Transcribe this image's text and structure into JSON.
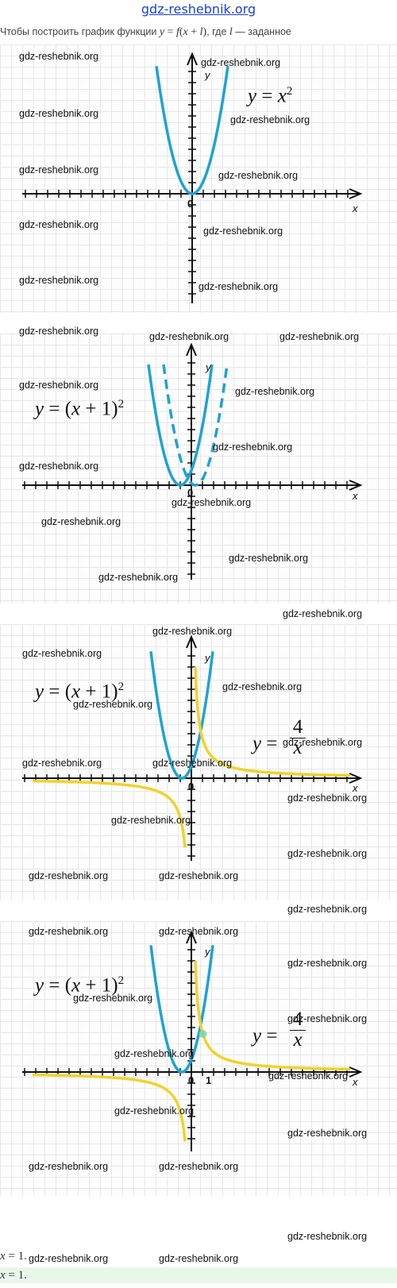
{
  "header": {
    "site": "gdz-reshebnik.org",
    "intro_text": "Чтобы построить график функции",
    "intro_eq_lhs": "y",
    "intro_eq_f": "f",
    "intro_eq_arg_x": "x",
    "intro_eq_arg_l": "l",
    "intro_where": ", где",
    "intro_l": "l",
    "intro_tail": "— заданное"
  },
  "watermark": "gdz-reshebnik.org",
  "axes": {
    "x_label": "x",
    "y_label": "y",
    "origin_label": "0",
    "one_label": "1"
  },
  "formulas": {
    "parabola": {
      "lhs": "y",
      "rhs_base": "x",
      "exp": "2"
    },
    "shifted": {
      "lhs": "y",
      "x": "x",
      "shift": "+ 1",
      "exp": "2"
    },
    "hyperbola": {
      "lhs": "y",
      "numerator": "4",
      "denominator": "x"
    }
  },
  "colors": {
    "parabola": "#1ea3d4",
    "hyperbola": "#f2d22b",
    "intersection": "#7ed3a3",
    "axis": "#111111",
    "highlight": "#e8f7ea"
  },
  "answer": {
    "line1_var": "x",
    "line1_eq": "= 1.",
    "line2_var": "x",
    "line2_eq": "= 1."
  },
  "chart_data": [
    {
      "type": "line",
      "series": [
        {
          "name": "y = x²"
        }
      ],
      "x_range": [
        -15,
        15
      ],
      "y_range": [
        -10,
        12
      ],
      "grid": true
    },
    {
      "type": "line",
      "series": [
        {
          "name": "y = (x + 1)²"
        },
        {
          "name": ""
        }
      ],
      "grid": true
    },
    {
      "type": "line",
      "series": [
        {
          "name": "y = (x + 1)²"
        },
        {
          "name": "y = 4/x"
        }
      ],
      "grid": true
    },
    {
      "type": "line",
      "series": [
        {
          "name": "y = (x + 1)²"
        },
        {
          "name": "y = 4/x"
        }
      ],
      "intersection": {
        "x": 1,
        "y": 4
      },
      "grid": true
    }
  ]
}
